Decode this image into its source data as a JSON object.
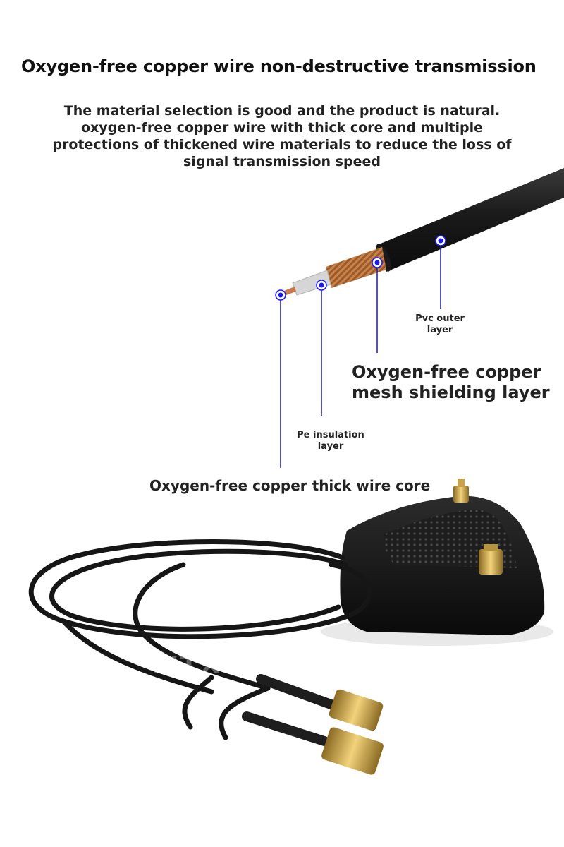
{
  "title": "Oxygen-free copper wire non-destructive transmission",
  "description": [
    "The material selection is good and the product is natural.",
    "oxygen-free copper wire with thick core and multiple",
    "protections of thickened wire materials to reduce the loss of",
    "signal transmission speed"
  ],
  "callouts": {
    "pvc_line1": "Pvc outer",
    "pvc_line2": "layer",
    "shield_line1": "Oxygen-free copper",
    "shield_line2": "mesh shielding layer",
    "pe_line1": "Pe insulation",
    "pe_line2": "layer",
    "core": "Oxygen-free copper thick wire core"
  },
  "watermark": "WTXUP",
  "colors": {
    "callout_line": "#1c1c9c",
    "callout_dot": "#1a1aff",
    "cable_black": "#1c1c1c",
    "copper": "#b06a36",
    "gold": "#c9a24a"
  },
  "icons": [
    "coax-cable-cross-section",
    "antenna-base",
    "sma-connector"
  ]
}
